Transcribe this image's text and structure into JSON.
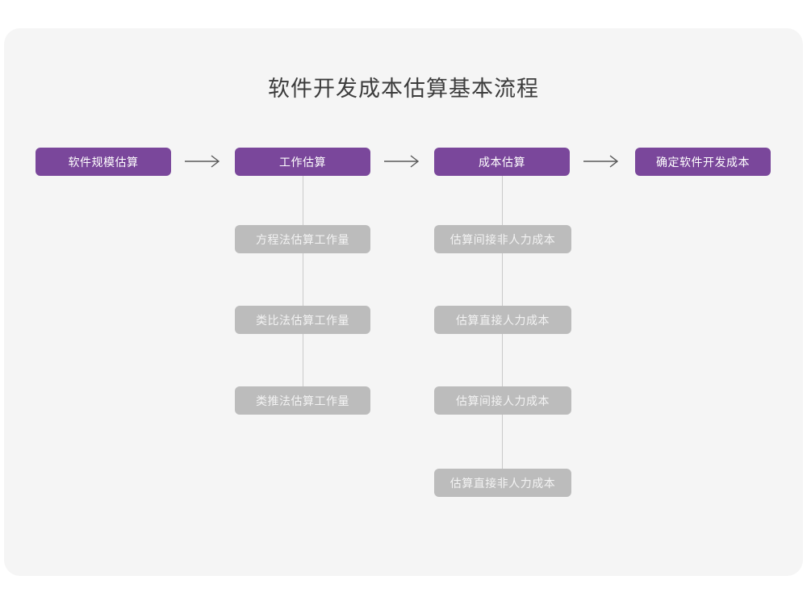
{
  "diagram": {
    "title": "软件开发成本估算基本流程",
    "colors": {
      "canvas": "#ffffff",
      "card": "#f5f5f5",
      "primary_node": "#7a479b",
      "primary_node_text": "#ffffff",
      "secondary_node": "#bcbcbc",
      "secondary_node_text": "#f3f3f3",
      "connector": "#c9c9c9",
      "arrow": "#595959",
      "title_text": "#3c3c3c"
    },
    "main_flow": [
      {
        "label": "软件规模估算"
      },
      {
        "label": "工作估算"
      },
      {
        "label": "成本估算"
      },
      {
        "label": "确定软件开发成本"
      }
    ],
    "arrows": [
      {
        "name": "arrow-1",
        "glyph": "→"
      },
      {
        "name": "arrow-2",
        "glyph": "→"
      },
      {
        "name": "arrow-3",
        "glyph": "→"
      }
    ],
    "branches": [
      {
        "parent": "工作估算",
        "items": [
          {
            "label": "方程法估算工作量"
          },
          {
            "label": "类比法估算工作量"
          },
          {
            "label": "类推法估算工作量"
          }
        ]
      },
      {
        "parent": "成本估算",
        "items": [
          {
            "label": "估算间接非人力成本"
          },
          {
            "label": "估算直接人力成本"
          },
          {
            "label": "估算间接人力成本"
          },
          {
            "label": "估算直接非人力成本"
          }
        ]
      }
    ]
  }
}
